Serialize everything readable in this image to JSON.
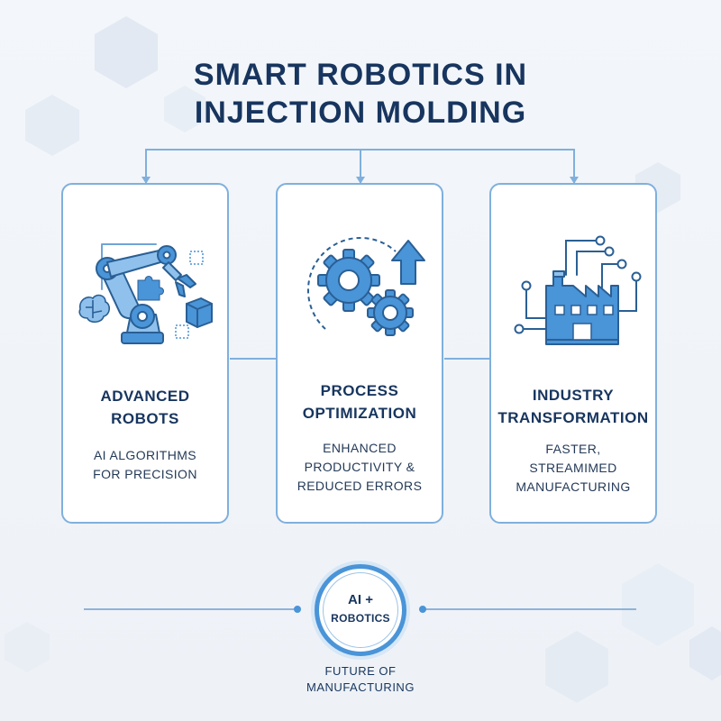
{
  "title": {
    "line1": "SMART ROBOTICS IN",
    "line2": "INJECTION MOLDING"
  },
  "cards": [
    {
      "title_lines": [
        "ADVANCED",
        "ROBOTS"
      ],
      "desc_lines": [
        "AI ALGORITHMS",
        "FOR PRECISION"
      ],
      "icon": "robot-arm-icon"
    },
    {
      "title_lines": [
        "PROCESS",
        "OPTIMIZATION"
      ],
      "desc_lines": [
        "ENHANCED",
        "PRODUCTIVITY &",
        "REDUCED ERRORS"
      ],
      "icon": "gears-arrow-icon"
    },
    {
      "title_lines": [
        "INDUSTRY",
        "TRANSFORMATION"
      ],
      "desc_lines": [
        "FASTER,",
        "STREAMIMED",
        "MANUFACTURING"
      ],
      "icon": "smart-factory-icon"
    }
  ],
  "badge": {
    "line1": "AI +",
    "line2": "ROBOTICS"
  },
  "footer": {
    "line1": "FUTURE OF",
    "line2": "MANUFACTURING"
  },
  "colors": {
    "navy": "#17355e",
    "accent": "#4a94d8",
    "light_accent": "#8fc1ec",
    "border": "#7fb0dd"
  }
}
